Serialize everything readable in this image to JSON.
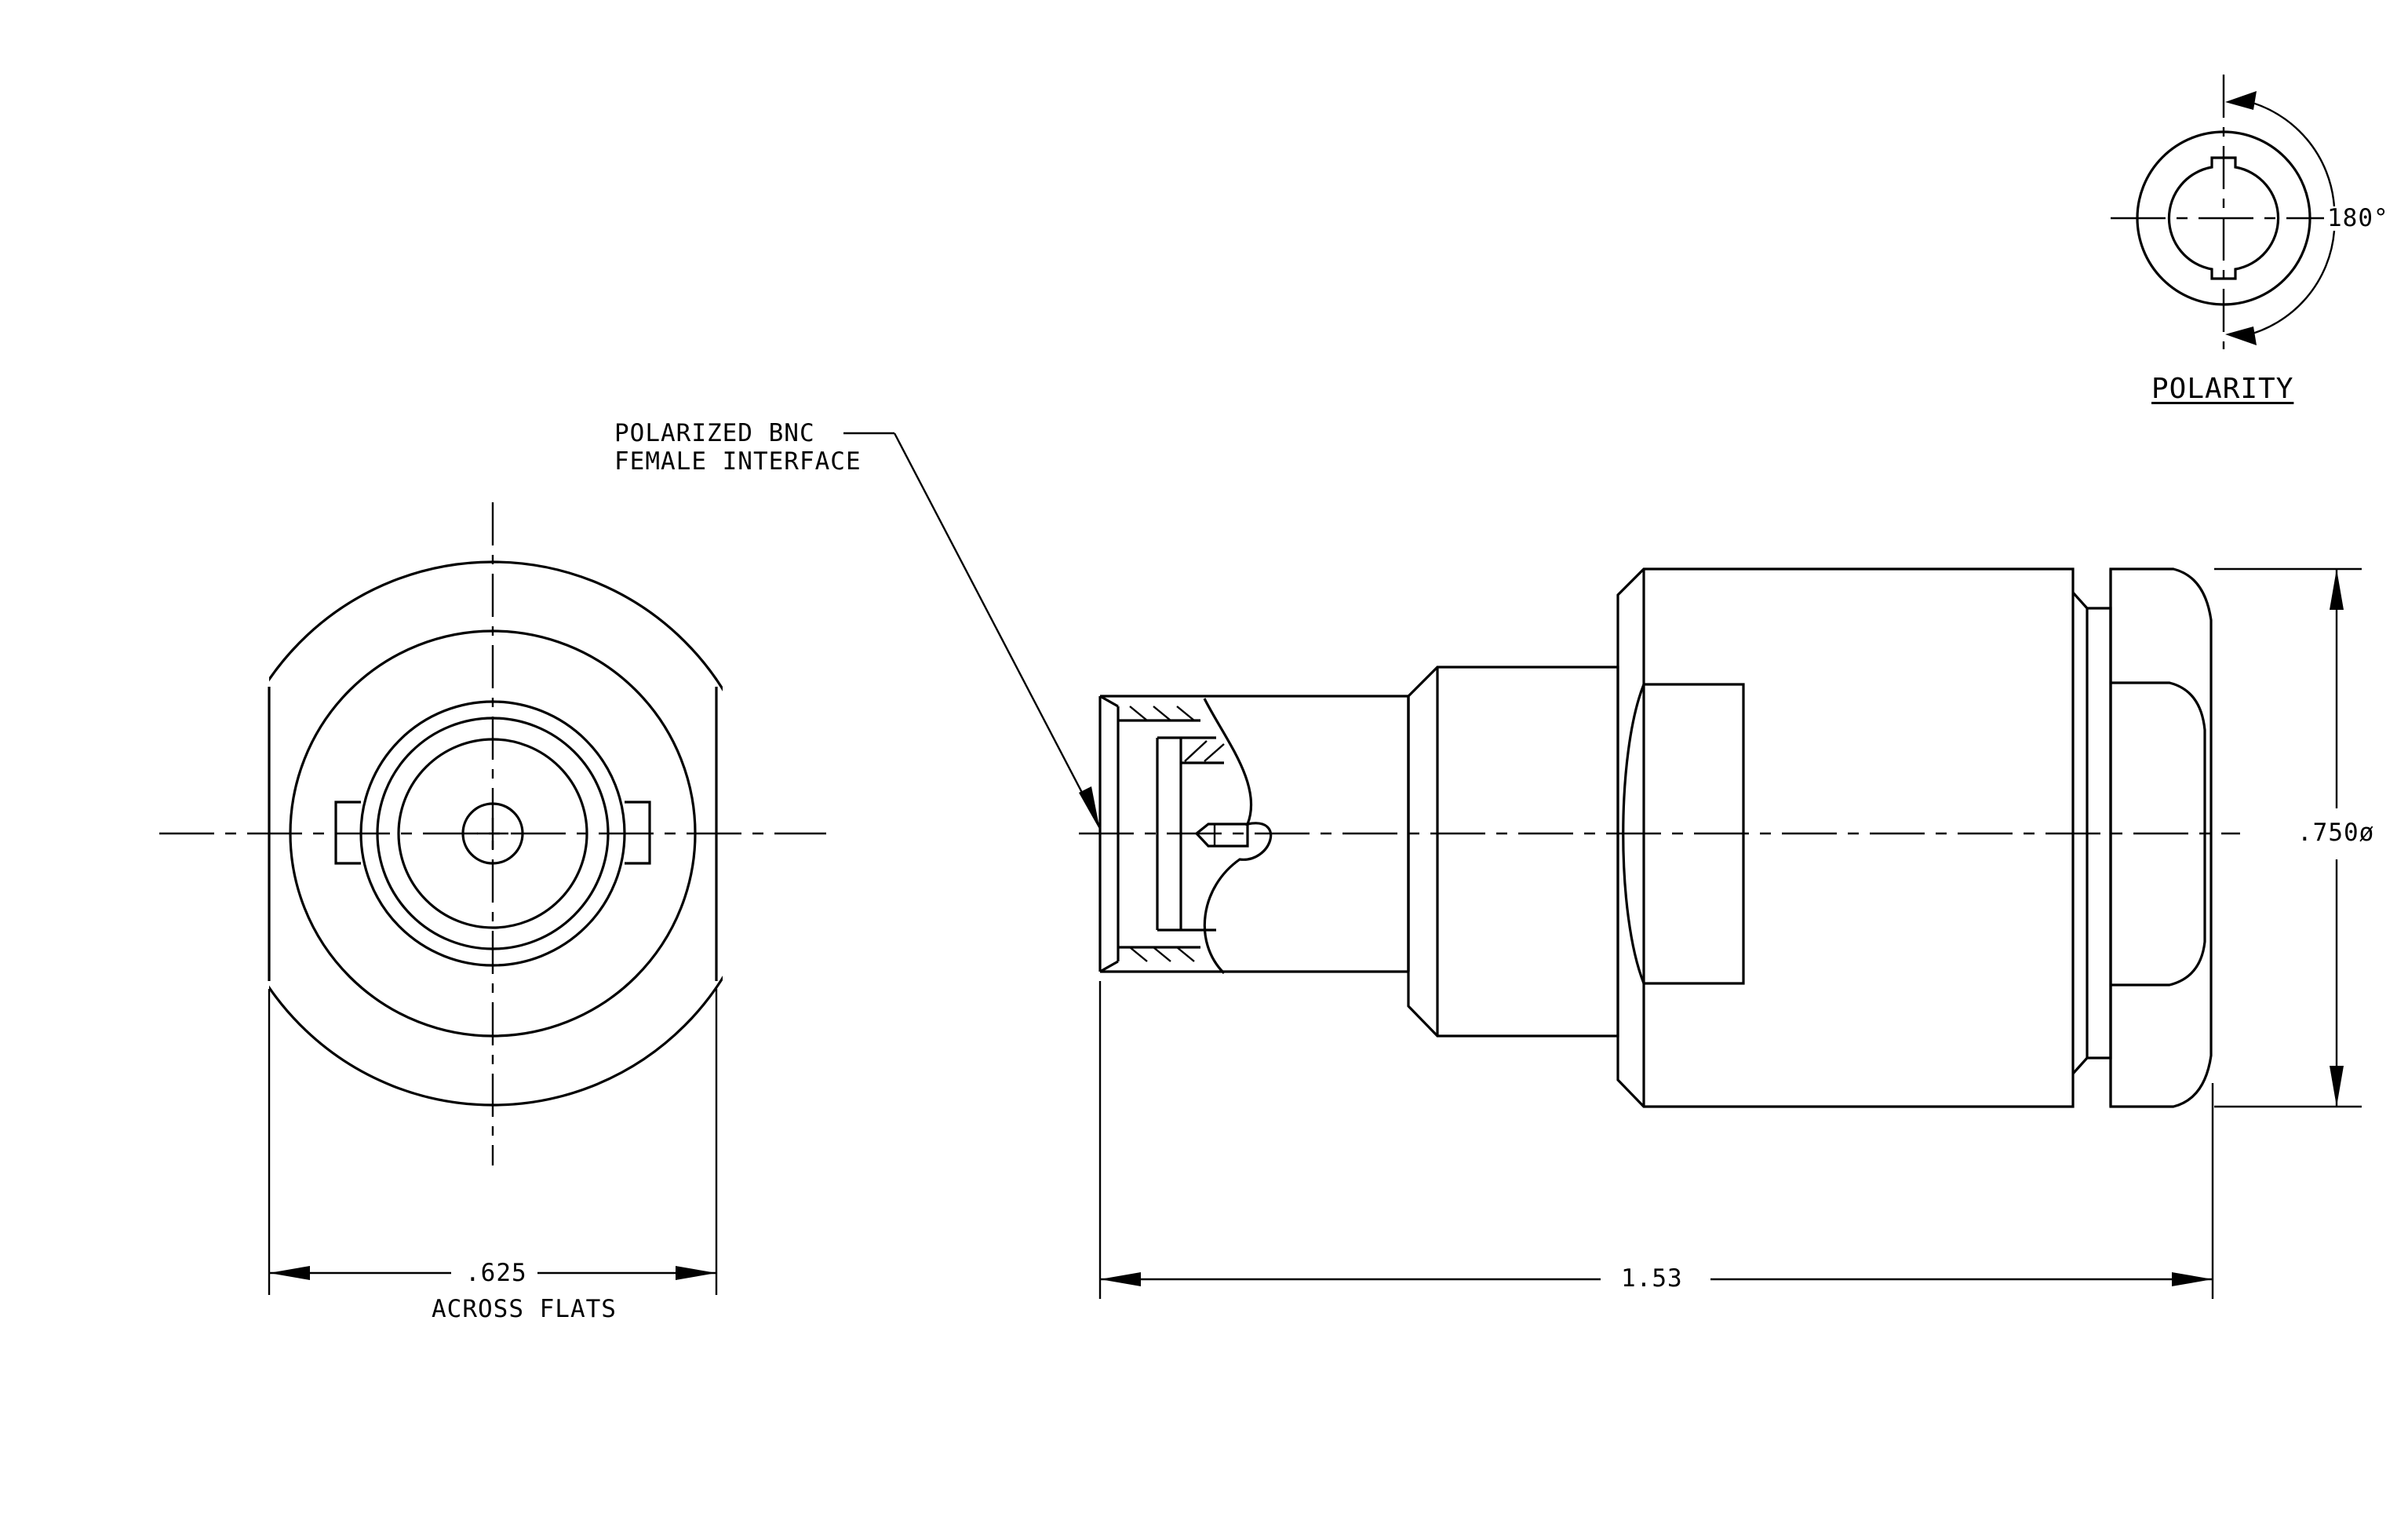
{
  "callout": {
    "line1": "POLARIZED BNC",
    "line2": "FEMALE INTERFACE"
  },
  "dimensions": {
    "across_flats_value": ".625",
    "across_flats_note": "ACROSS FLATS",
    "overall_length": "1.53",
    "diameter": ".750ø"
  },
  "polarity": {
    "angle": "180°",
    "title": "POLARITY"
  }
}
